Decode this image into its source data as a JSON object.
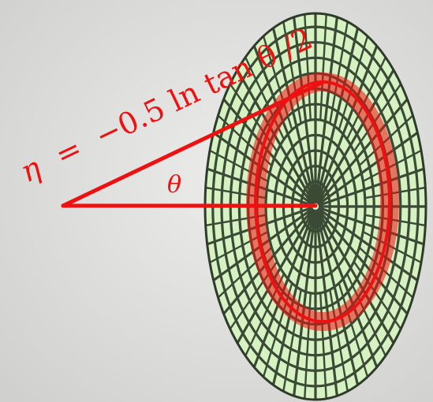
{
  "formula": {
    "eta": "η",
    "equals": "=",
    "expression": "−0.5 ln tan θ /2"
  },
  "angle_label": "θ",
  "colors": {
    "accent": "#ee1111",
    "detector_fill": "#d7f2c2",
    "detector_lines": "#3a4a34",
    "background": "#dcdcda"
  }
}
